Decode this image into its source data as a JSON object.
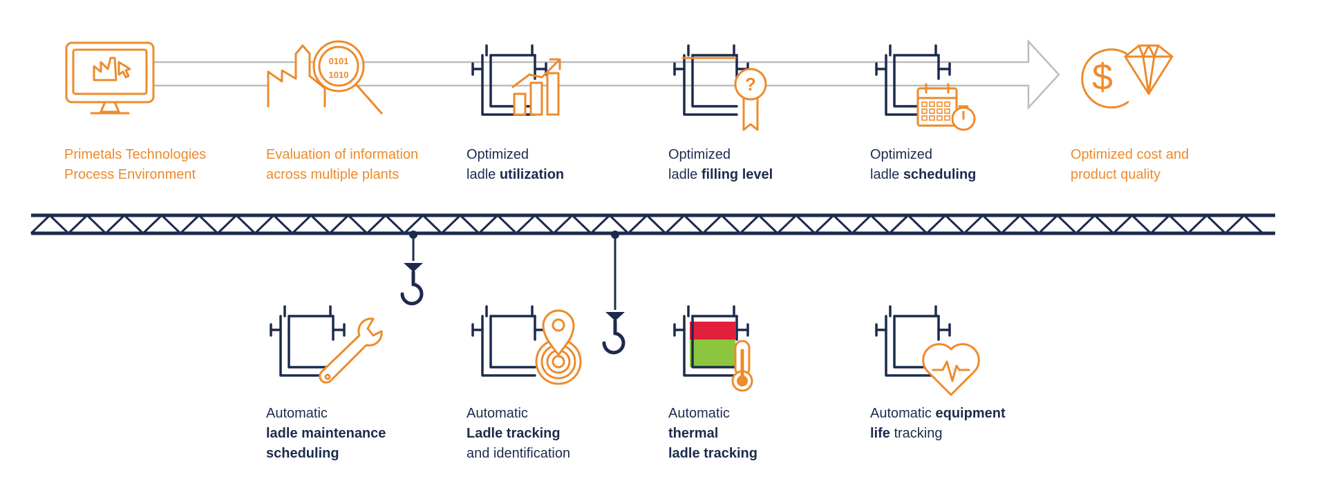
{
  "colors": {
    "orange": "#ee8a2a",
    "navy": "#1c2b4d",
    "flow_arrow": "#bcbcbc",
    "hot_red": "#e2203c",
    "cool_green": "#8cc63f"
  },
  "top_steps": [
    {
      "icon": "monitor-factory-icon",
      "lines": [
        {
          "text": "Primetals Technologies"
        },
        {
          "text": "Process Environment"
        }
      ]
    },
    {
      "icon": "factory-magnifier-icon",
      "magnifier_text": [
        "0101",
        "1010"
      ],
      "lines": [
        {
          "text": "Evaluation of information"
        },
        {
          "text": "across multiple plants"
        }
      ]
    },
    {
      "icon": "ladle-growth-chart-icon",
      "lines": [
        {
          "text": "Optimized"
        },
        {
          "plain": "ladle ",
          "bold": "utilization"
        }
      ]
    },
    {
      "icon": "ladle-question-badge-icon",
      "lines": [
        {
          "text": "Optimized"
        },
        {
          "plain": "ladle ",
          "bold": "filling level"
        }
      ]
    },
    {
      "icon": "ladle-calendar-icon",
      "lines": [
        {
          "text": "Optimized"
        },
        {
          "plain": "ladle ",
          "bold": "scheduling"
        }
      ]
    },
    {
      "icon": "dollar-diamond-icon",
      "lines": [
        {
          "text": "Optimized cost and"
        },
        {
          "text": "product quality"
        }
      ]
    }
  ],
  "bottom_steps": [
    {
      "icon": "ladle-wrench-icon",
      "lines": [
        {
          "text": "Automatic"
        },
        {
          "bold": "ladle maintenance"
        },
        {
          "bold": "scheduling"
        }
      ]
    },
    {
      "icon": "ladle-location-pin-icon",
      "lines": [
        {
          "text": "Automatic"
        },
        {
          "bold": "Ladle tracking"
        },
        {
          "text": "and identification"
        }
      ]
    },
    {
      "icon": "ladle-thermometer-icon",
      "lines": [
        {
          "text": "Automatic"
        },
        {
          "bold": "thermal"
        },
        {
          "bold": "ladle tracking"
        }
      ]
    },
    {
      "icon": "ladle-heartbeat-icon",
      "lines": [
        {
          "plain": "Automatic ",
          "bold": "equipment"
        },
        {
          "bold": "life",
          "plain": " tracking"
        }
      ]
    }
  ]
}
